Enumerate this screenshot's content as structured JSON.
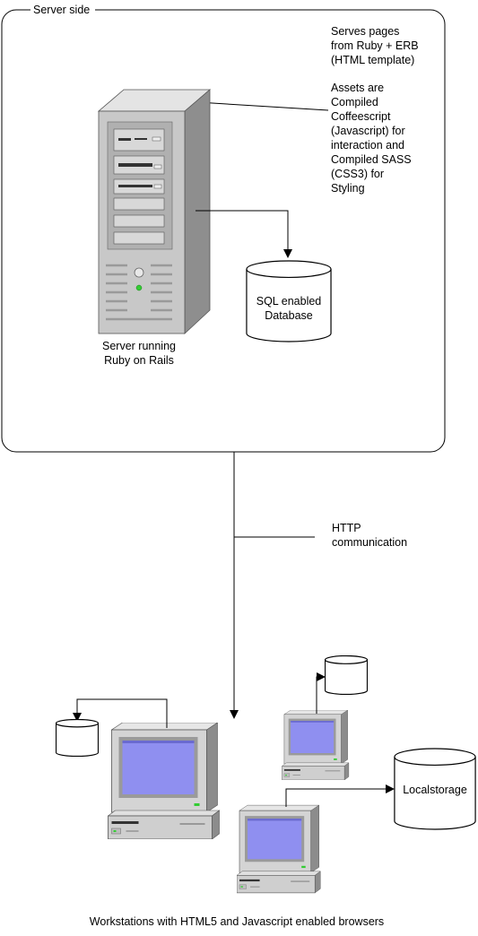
{
  "server_group": {
    "label": "Server side"
  },
  "notes": {
    "serves": [
      "Serves pages",
      "from Ruby + ERB",
      "(HTML template)"
    ],
    "assets": [
      "Assets are",
      "Compiled",
      "Coffeescript",
      "(Javascript) for",
      "interaction and",
      "Compiled SASS",
      "(CSS3) for",
      "Styling"
    ]
  },
  "server": {
    "label": [
      "Server running",
      "Ruby on Rails"
    ],
    "icon": "server-tower-icon"
  },
  "database": {
    "label": [
      "SQL enabled",
      "Database"
    ],
    "icon": "database-cylinder-icon"
  },
  "connection": {
    "label": [
      "HTTP",
      "communication"
    ]
  },
  "localstorage": {
    "label": "Localstorage"
  },
  "workstations": {
    "caption": "Workstations with HTML5 and Javascript enabled browsers",
    "icon": "workstation-computer-icon"
  },
  "colors": {
    "screen": "#8f8ff0",
    "case_light": "#dcdcdc",
    "case_mid": "#b4b4b4",
    "case_dark": "#7a7a7a",
    "led_green": "#33cc33"
  }
}
